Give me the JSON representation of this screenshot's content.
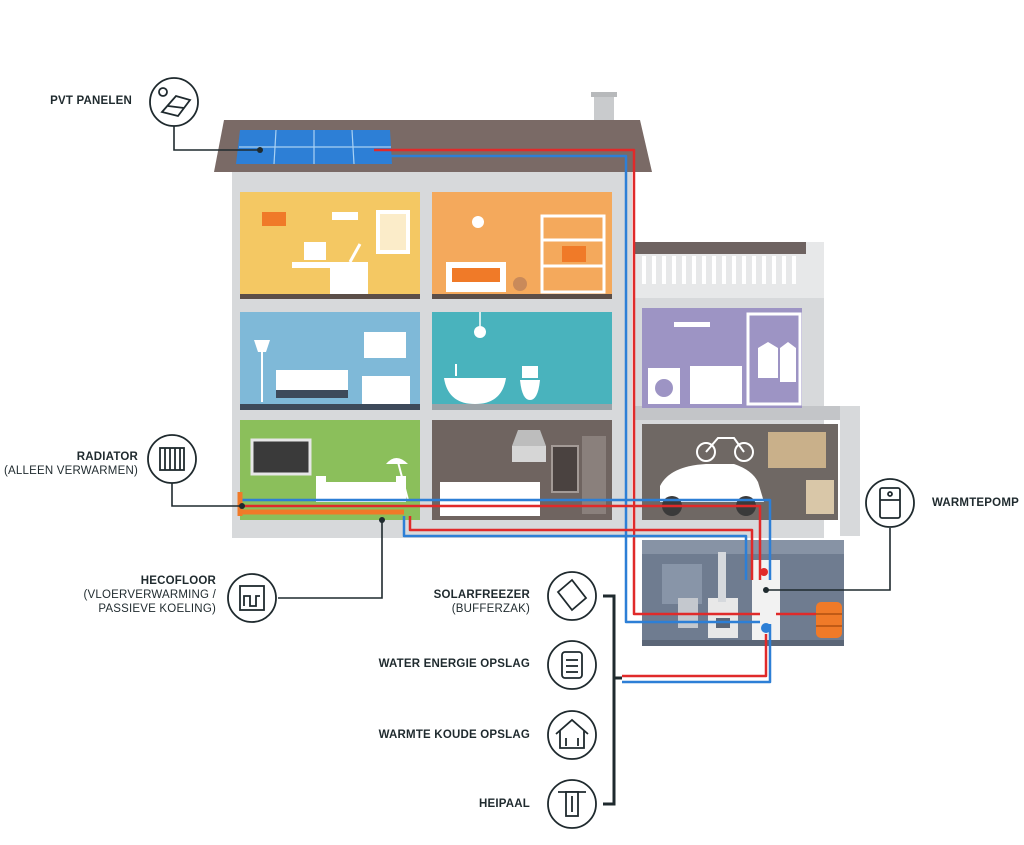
{
  "labels": {
    "pvt": {
      "title": "PVT PANELEN"
    },
    "radiator": {
      "title": "RADIATOR",
      "sub": "(ALLEEN VERWARMEN)"
    },
    "hecofloor": {
      "title": "HECOFLOOR",
      "sub1": "(VLOERVERWARMING /",
      "sub2": "PASSIEVE KOELING)"
    },
    "warmtepomp": {
      "title": "WARMTEPOMP"
    },
    "solarfreezer": {
      "title": "SOLARFREEZER",
      "sub": "(BUFFERZAK)"
    },
    "water": {
      "title": "WATER ENERGIE OPSLAG"
    },
    "wko": {
      "title": "WARMTE KOUDE OPSLAG"
    },
    "heipaal": {
      "title": "HEIPAAL"
    }
  },
  "colors": {
    "hot": "#e02a2a",
    "cold": "#2d7fd6",
    "floor": "#f07a28",
    "roof": "#7a6a66",
    "wall": "#d7d9db",
    "icon_stroke": "#1f2a2e"
  },
  "icons": [
    "sun-panel-icon",
    "radiator-icon",
    "floor-heating-icon",
    "heat-pump-icon",
    "solarfreezer-icon",
    "water-storage-icon",
    "heat-cold-storage-icon",
    "heat-pile-icon"
  ]
}
